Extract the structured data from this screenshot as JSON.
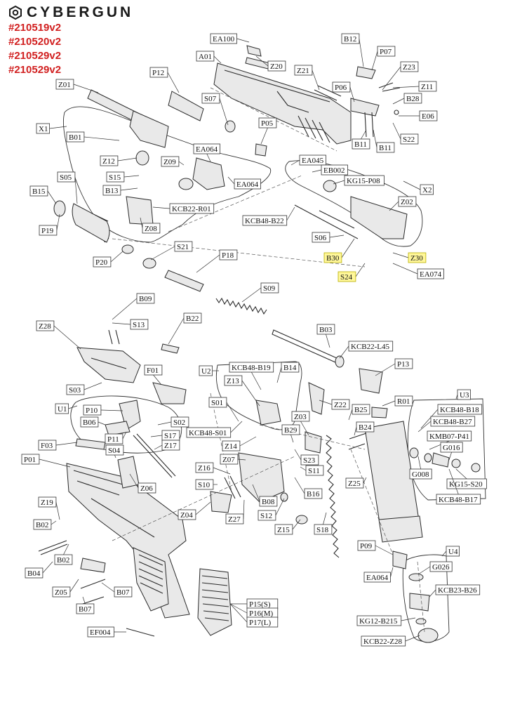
{
  "brand": {
    "name": "CYBERGUN",
    "logo_icon": "hexagon-ring-logo-icon",
    "color": "#1a1a1a"
  },
  "versions": [
    "#210519v2",
    "#210520v2",
    "#210529v2",
    "#210529v2"
  ],
  "version_color": "#d11f1f",
  "highlight_color": "#fff79a",
  "labels": [
    "EA100",
    "A01",
    "Z20",
    "B12",
    "P07",
    "Z23",
    "Z21",
    "P06",
    "Z11",
    "B28",
    "E06",
    "S22",
    "B11",
    "B11",
    "P12",
    "Z01",
    "S07",
    "P05",
    "X1",
    "B01",
    "Z12",
    "Z09",
    "EA064",
    "EA064",
    "S15",
    "B13",
    "KCB22-R01",
    "Z08",
    "EA045",
    "EB002",
    "KG15-P08",
    "X2",
    "Z02",
    "B15",
    "S05",
    "P19",
    "KCB48-B22",
    "S06",
    "B30",
    "Z30",
    "EA074",
    "S24",
    "P20",
    "S21",
    "P18",
    "S09",
    "B09",
    "S13",
    "Z28",
    "B22",
    "B03",
    "KCB22-L45",
    "P13",
    "U2",
    "KCB48-B19",
    "B14",
    "Z13",
    "F01",
    "S03",
    "U1",
    "P10",
    "S02",
    "B06",
    "P11",
    "S17",
    "Z17",
    "F03",
    "S04",
    "P01",
    "Z06",
    "Z19",
    "B02",
    "B02",
    "B04",
    "Z05",
    "B07",
    "B07",
    "EF004",
    "S01",
    "KCB48-S01",
    "Z14",
    "Z07",
    "Z16",
    "S10",
    "Z04",
    "Z27",
    "B08",
    "S12",
    "Z15",
    "S18",
    "Z03",
    "B29",
    "S23",
    "S11",
    "B16",
    "Z22",
    "B25",
    "B24",
    "R01",
    "Z25",
    "P09",
    "EA064",
    "U3",
    "KCB48-B18",
    "KCB48-B27",
    "KMB07-P41",
    "G016",
    "G008",
    "KG15-S20",
    "KCB48-B17",
    "U4",
    "G026",
    "KCB23-B26",
    "KG12-B215",
    "KCB22-Z28",
    "P15(S)",
    "P16(M)",
    "P17(L)"
  ],
  "highlighted": [
    "B30",
    "Z30",
    "S24"
  ]
}
